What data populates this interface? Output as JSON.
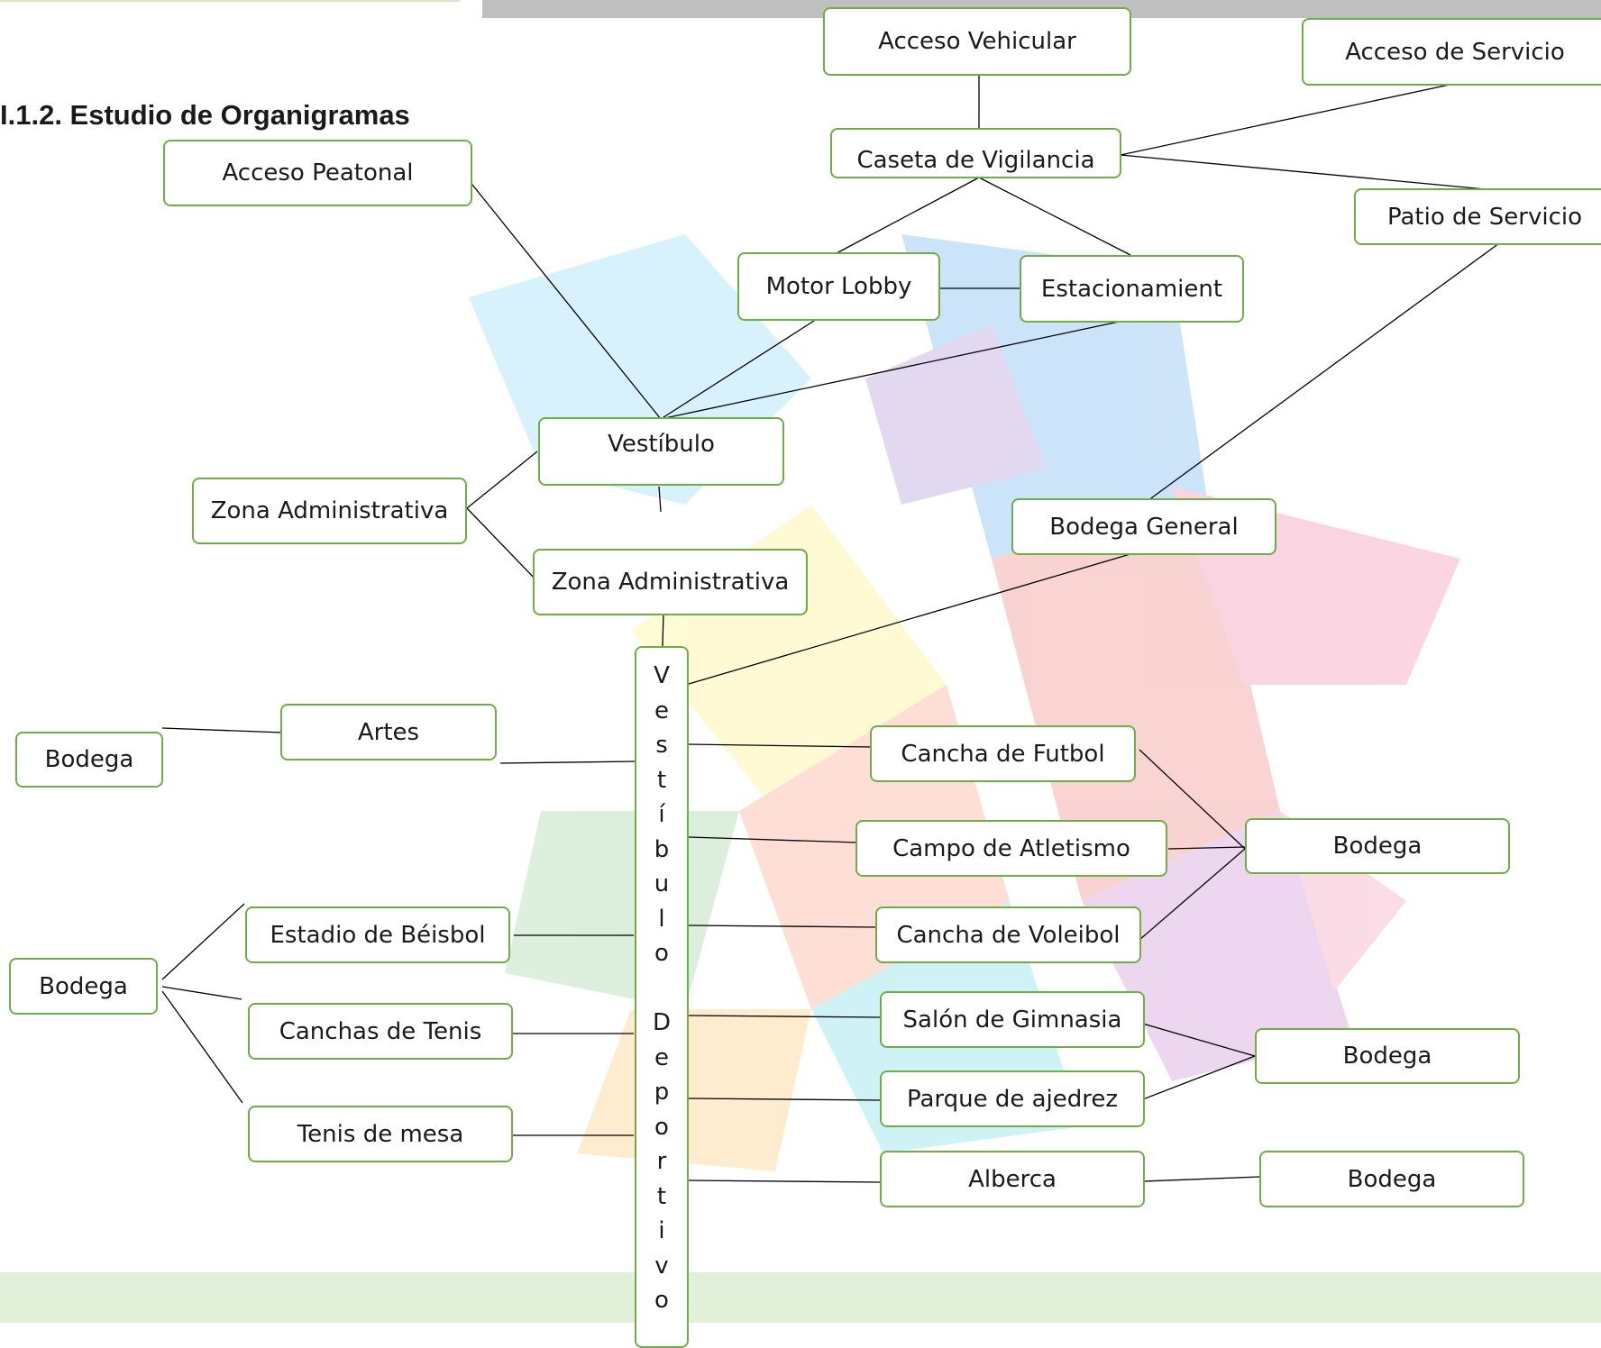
{
  "heading": "I.1.2. Estudio de Organigramas",
  "colors": {
    "box_border": "#70ad47",
    "line": "#000000",
    "top_bar": "#bfbfbf",
    "bottom_bar": "#e2efd9"
  },
  "nodes": {
    "acceso_vehicular": "Acceso Vehicular",
    "acceso_servicio": "Acceso de Servicio",
    "caseta": "Caseta de Vigilancia",
    "patio_servicio": "Patio de Servicio",
    "acceso_peatonal": "Acceso Peatonal",
    "motor_lobby": "Motor Lobby",
    "estacionamiento": "Estacionamient",
    "vestibulo": "Vestíbulo",
    "zona_admin_1": "Zona Administrativa",
    "zona_admin_2": "Zona Administrativa",
    "bodega_general": "Bodega General",
    "vestibulo_deportivo": [
      "V",
      "e",
      "s",
      "t",
      "í",
      "b",
      "u",
      "l",
      "o",
      "",
      "D",
      "e",
      "p",
      "o",
      "r",
      "t",
      "i",
      "v",
      "o"
    ],
    "artes": "Artes",
    "bodega_artes": "Bodega",
    "cancha_futbol": "Cancha de Futbol",
    "campo_atletismo": "Campo de Atletismo",
    "cancha_voleibol": "Cancha de Voleibol",
    "bodega_canchas": "Bodega",
    "estadio_beisbol": "Estadio de Béisbol",
    "canchas_tenis": "Canchas de Tenis",
    "tenis_mesa": "Tenis de mesa",
    "bodega_left": "Bodega",
    "salon_gimnasia": "Salón de Gimnasia",
    "parque_ajedrez": "Parque de ajedrez",
    "bodega_gimnasia": "Bodega",
    "alberca": "Alberca",
    "bodega_alberca": "Bodega"
  }
}
